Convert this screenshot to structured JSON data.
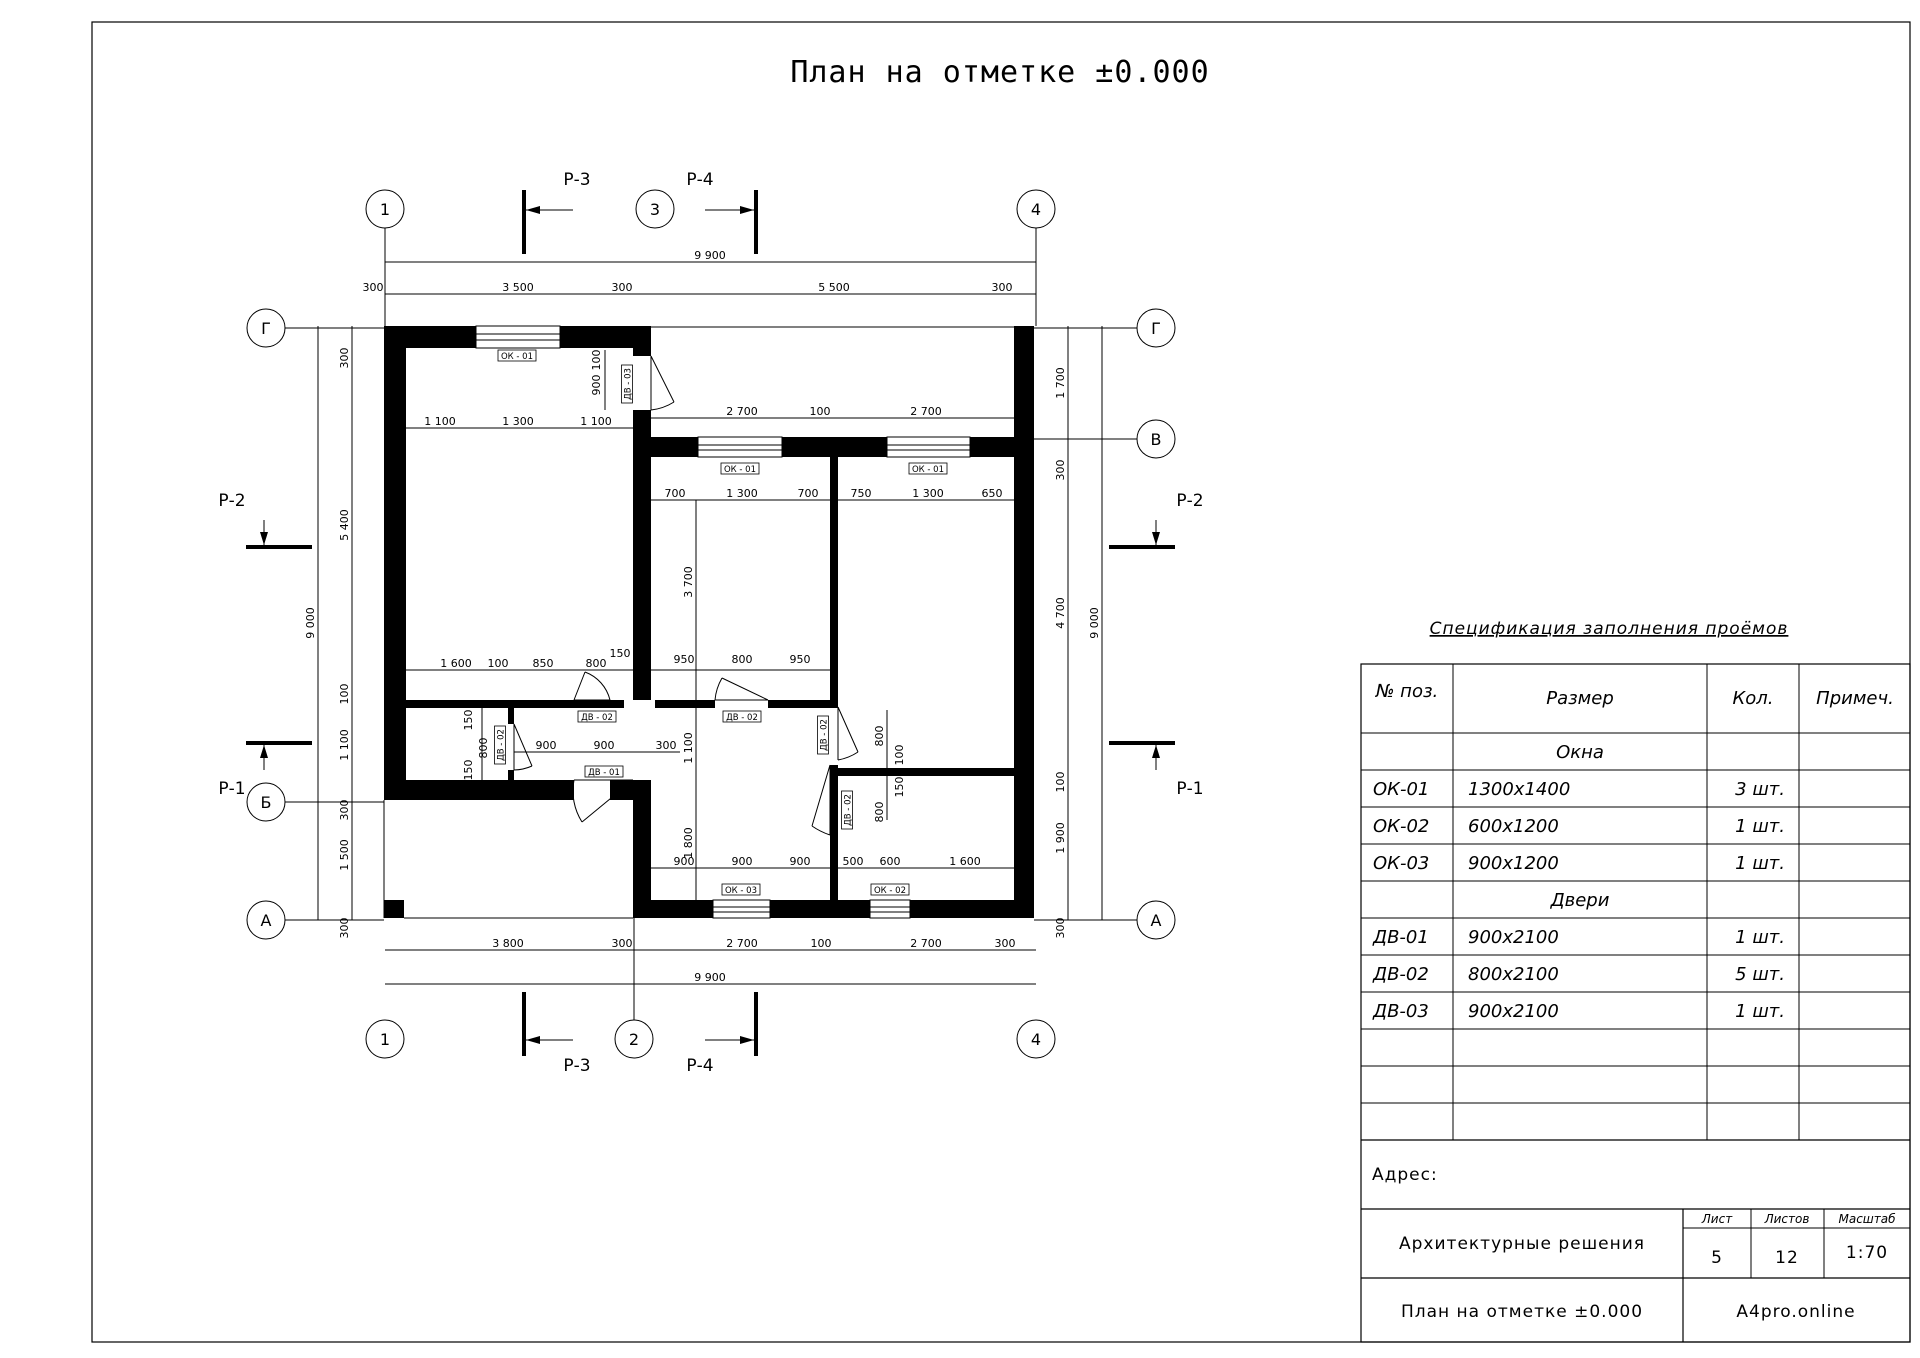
{
  "title": "План на отметке ±0.000",
  "axes": {
    "top": [
      "1",
      "3",
      "4"
    ],
    "bottom": [
      "1",
      "2",
      "4"
    ],
    "left": [
      "Г",
      "Б",
      "А"
    ],
    "right": [
      "Г",
      "В",
      "А"
    ]
  },
  "sections": {
    "p1": "Р-1",
    "p2": "Р-2",
    "p3": "Р-3",
    "p4": "Р-4"
  },
  "dims": {
    "top_total": "9 900",
    "top_chain": [
      "300",
      "3 500",
      "300",
      "5 500",
      "300"
    ],
    "bottom_total": "9 900",
    "bottom_chain": [
      "3 800",
      "300",
      "2 700",
      "100",
      "2 700",
      "300"
    ],
    "left_total": "9 000",
    "left_chain": [
      "300",
      "5 400",
      "100",
      "1 100",
      "300",
      "1 500",
      "300"
    ],
    "right_total": "9 000",
    "right_chain": [
      "1 700",
      "300",
      "4 700",
      "100",
      "1 900",
      "300"
    ],
    "int_a": [
      "1 100",
      "1 300",
      "1 100"
    ],
    "int_b": [
      "2 700",
      "100",
      "2 700"
    ],
    "int_c": [
      "700",
      "1 300",
      "700",
      "750",
      "1 300",
      "650"
    ],
    "int_d": [
      "1 600",
      "100",
      "850",
      "800",
      "150",
      "950",
      "800",
      "950"
    ],
    "int_e": [
      "900",
      "900",
      "300"
    ],
    "int_f": [
      "900",
      "900",
      "900",
      "500",
      "600",
      "1 600"
    ],
    "int_v": [
      "100",
      "900",
      "3 700",
      "150",
      "800",
      "150",
      "1 100",
      "1 800",
      "800",
      "100",
      "150",
      "800"
    ]
  },
  "tags": {
    "ok01": "ОК - 01",
    "ok02": "ОК - 02",
    "ok03": "ОК - 03",
    "dv01": "ДВ - 01",
    "dv02": "ДВ - 02",
    "dv03": "ДВ - 03"
  },
  "spec": {
    "title": "Спецификация заполнения проёмов",
    "headers": {
      "pos": "№ поз.",
      "size": "Размер",
      "qty": "Кол.",
      "note": "Примеч."
    },
    "group_windows": "Окна",
    "group_doors": "Двери",
    "windows": [
      {
        "pos": "ОК-01",
        "size": "1300х1400",
        "qty": "3 шт."
      },
      {
        "pos": "ОК-02",
        "size": "600х1200",
        "qty": "1 шт."
      },
      {
        "pos": "ОК-03",
        "size": "900х1200",
        "qty": "1 шт."
      }
    ],
    "doors": [
      {
        "pos": "ДВ-01",
        "size": "900х2100",
        "qty": "1 шт."
      },
      {
        "pos": "ДВ-02",
        "size": "800х2100",
        "qty": "5 шт."
      },
      {
        "pos": "ДВ-03",
        "size": "900х2100",
        "qty": "1 шт."
      }
    ]
  },
  "stamp": {
    "address_label": "Адрес:",
    "section_name": "Архитектурные решения",
    "sheet_label": "Лист",
    "sheets_label": "Листов",
    "scale_label": "Масштаб",
    "sheet": "5",
    "sheets": "12",
    "scale": "1:70",
    "drawing_name": "План на отметке ±0.000",
    "site": "A4pro.online"
  }
}
